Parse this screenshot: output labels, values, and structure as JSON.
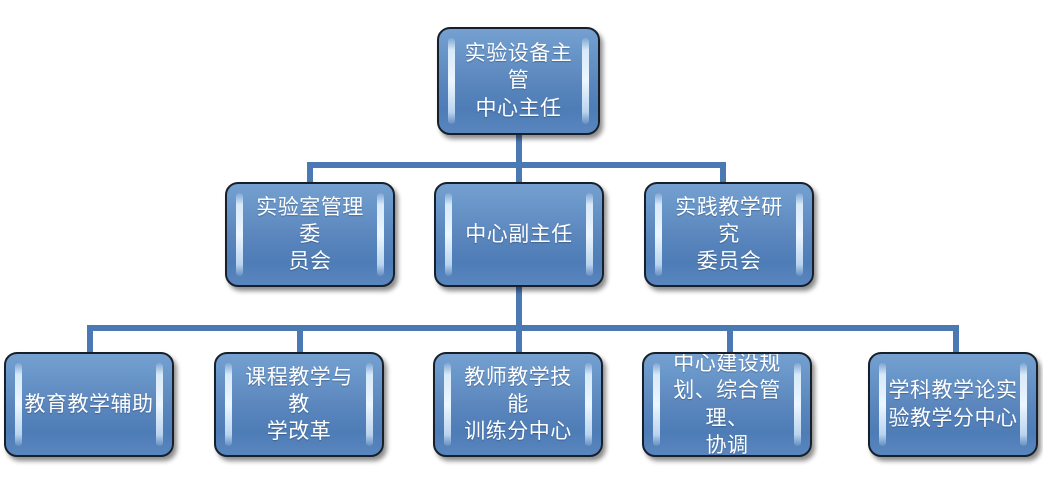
{
  "chart_data": {
    "type": "diagram",
    "subtype": "organizational-chart",
    "title": "",
    "orientation": "top-down",
    "theme": {
      "node_fill": "#5A86BD",
      "node_fill_light": "#75A0D0",
      "node_border": "#17202A",
      "connector": "#4B79B4",
      "label_color": "#FFFFFF",
      "background": "#FFFFFF"
    },
    "levels": [
      {
        "level": 1,
        "nodes": [
          {
            "id": "n1",
            "label": "实验设备主管\n中心主任"
          }
        ]
      },
      {
        "level": 2,
        "nodes": [
          {
            "id": "n2",
            "label": "实验室管理委\n员会"
          },
          {
            "id": "n3",
            "label": "中心副主任"
          },
          {
            "id": "n4",
            "label": "实践教学研究\n委员会"
          }
        ]
      },
      {
        "level": 3,
        "nodes": [
          {
            "id": "n5",
            "label": "教育教学辅助"
          },
          {
            "id": "n6",
            "label": "课程教学与教\n学改革"
          },
          {
            "id": "n7",
            "label": "教师教学技能\n训练分中心"
          },
          {
            "id": "n8",
            "label": "中心建设规\n划、综合管理、\n协调"
          },
          {
            "id": "n9",
            "label": "学科教学论实\n验教学分中心"
          }
        ]
      }
    ],
    "edges": [
      {
        "from": "n1",
        "to": "n2"
      },
      {
        "from": "n1",
        "to": "n3"
      },
      {
        "from": "n1",
        "to": "n4"
      },
      {
        "from": "n3",
        "to": "n5"
      },
      {
        "from": "n3",
        "to": "n6"
      },
      {
        "from": "n3",
        "to": "n7"
      },
      {
        "from": "n3",
        "to": "n8"
      },
      {
        "from": "n3",
        "to": "n9"
      }
    ]
  },
  "nodes": {
    "root": {
      "label": "实验设备主管\n中心主任"
    },
    "lab_committee": {
      "label": "实验室管理委\n员会"
    },
    "deputy_director": {
      "label": "中心副主任"
    },
    "practice_committee": {
      "label": "实践教学研究\n委员会"
    },
    "edu_support": {
      "label": "教育教学辅助"
    },
    "course_reform": {
      "label": "课程教学与教\n学改革"
    },
    "teacher_skills": {
      "label": "教师教学技能\n训练分中心"
    },
    "planning_mgmt": {
      "label": "中心建设规\n划、综合管理、\n协调"
    },
    "subject_theory": {
      "label": "学科教学论实\n验教学分中心"
    }
  }
}
